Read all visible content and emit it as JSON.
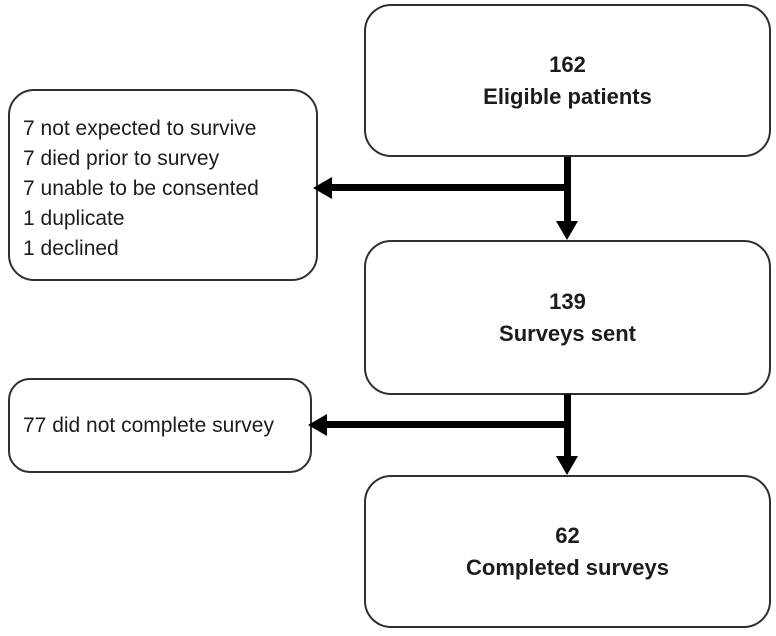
{
  "flow": {
    "colors": {
      "background": "#ffffff",
      "box_border": "#2f2f2f",
      "arrow": "#000000",
      "text": "#1c1c1c"
    },
    "main_boxes": [
      {
        "id": "eligible",
        "count": "162",
        "label": "Eligible patients"
      },
      {
        "id": "sent",
        "count": "139",
        "label": "Surveys sent"
      },
      {
        "id": "completed",
        "count": "62",
        "label": "Completed surveys"
      }
    ],
    "exclusions": [
      {
        "id": "excluded-pre-survey",
        "lines": [
          "7 not expected to survive",
          "7 died prior to survey",
          "7 unable to be consented",
          "1 duplicate",
          "1 declined"
        ]
      },
      {
        "id": "not-completed",
        "lines": [
          "77 did not complete survey"
        ]
      }
    ]
  }
}
